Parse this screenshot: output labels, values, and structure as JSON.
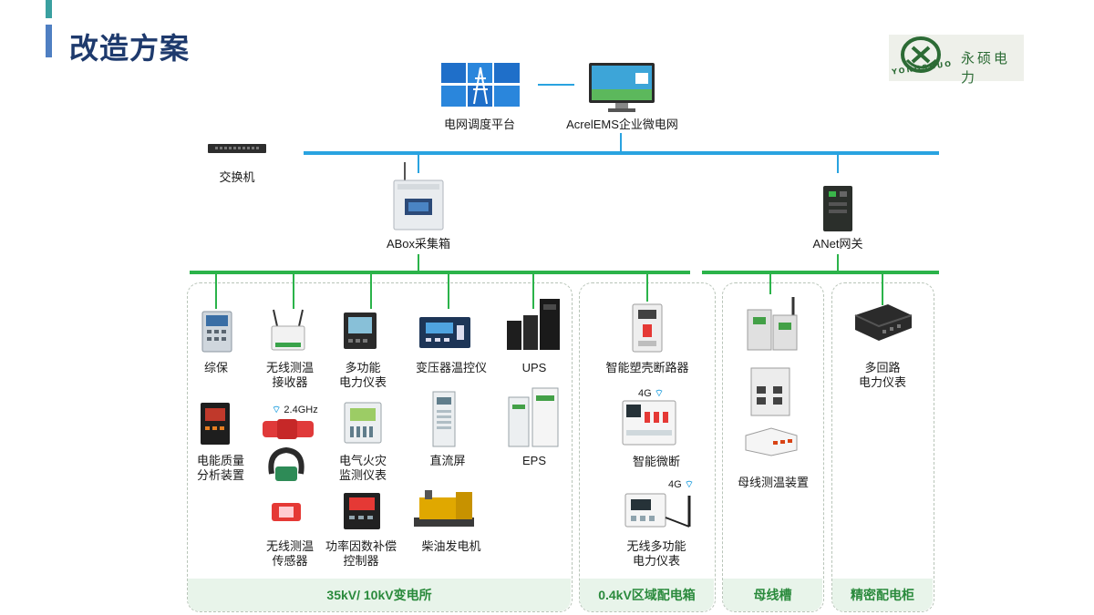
{
  "page": {
    "title": "改造方案"
  },
  "logo": {
    "brand_cn": "永硕电力",
    "brand_en": "YONGSHUO"
  },
  "top": {
    "grid_platform": "电网调度平台",
    "ems": "AcrelEMS企业微电网",
    "switch": "交换机",
    "abox": "ABox采集箱",
    "anet": "ANet网关"
  },
  "zones": {
    "substation": {
      "footer": "35kV/ 10kV变电所",
      "items": {
        "zongbao": "综保",
        "wireless_rx_1": "无线测温",
        "wireless_rx_2": "接收器",
        "multi_meter_1": "多功能",
        "multi_meter_2": "电力仪表",
        "transformer_temp": "变压器温控仪",
        "ups": "UPS",
        "pq_1": "电能质量",
        "pq_2": "分析装置",
        "band": "2.4GHz",
        "fire_1": "电气火灾",
        "fire_2": "监测仪表",
        "dc_screen": "直流屏",
        "eps": "EPS",
        "wireless_sensor_1": "无线测温",
        "wireless_sensor_2": "传感器",
        "pf_1": "功率因数补偿",
        "pf_2": "控制器",
        "diesel": "柴油发电机"
      }
    },
    "area_box": {
      "footer": "0.4kV区域配电箱",
      "items": {
        "mccb": "智能塑壳断路器",
        "net_4g_a": "4G",
        "micro_breaker": "智能微断",
        "net_4g_b": "4G",
        "wireless_meter_1": "无线多功能",
        "wireless_meter_2": "电力仪表"
      }
    },
    "busway": {
      "footer": "母线槽",
      "items": {
        "bus_temp": "母线测温装置"
      }
    },
    "cabinet": {
      "footer": "精密配电柜",
      "items": {
        "multi_loop_1": "多回路",
        "multi_loop_2": "电力仪表"
      }
    }
  },
  "colors": {
    "title": "#1e3a6d",
    "bus_blue": "#29a3e0",
    "bus_green": "#2bb34a",
    "footer_text": "#2a8a3c"
  }
}
